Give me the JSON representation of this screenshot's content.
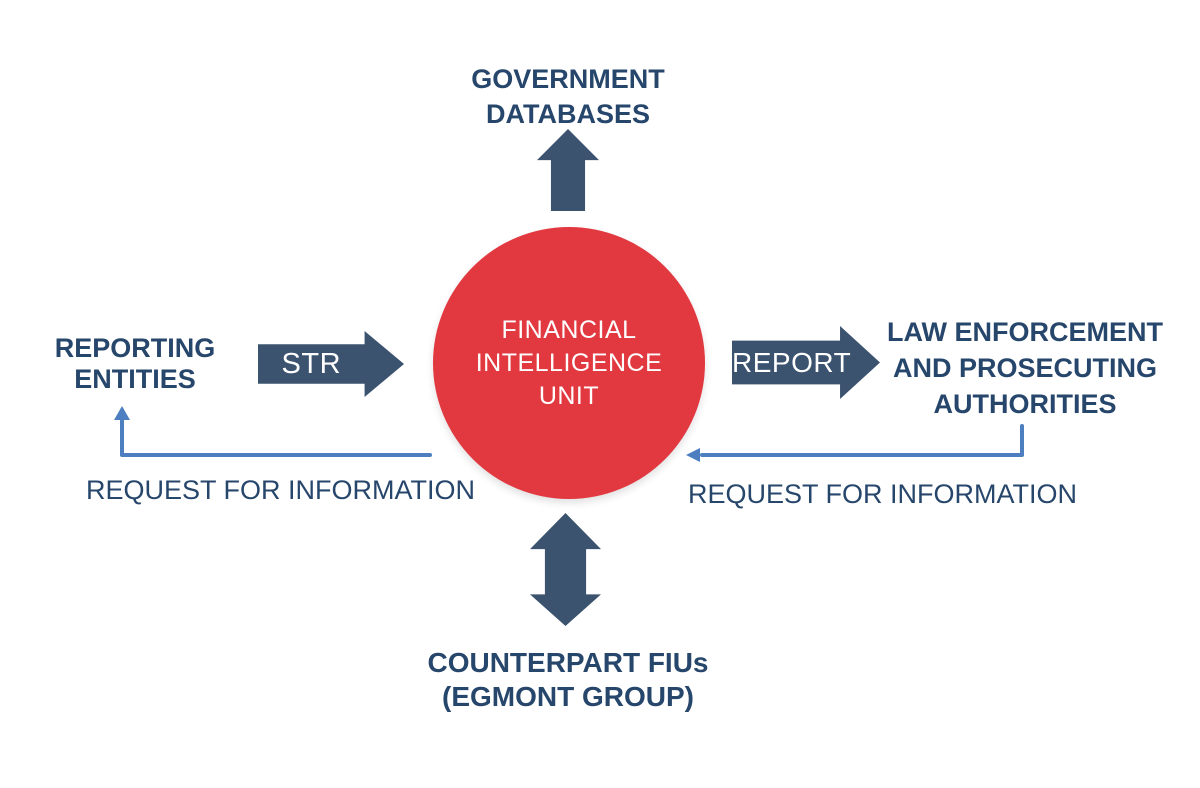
{
  "colors": {
    "navy_text": "#27466b",
    "arrow_fill": "#3c536f",
    "link_blue": "#4d7ebf",
    "circle_red": "#e23940",
    "circle_text": "#ffffff",
    "background": "#ffffff"
  },
  "nodes": {
    "fiu_center": {
      "lines": [
        "FINANCIAL",
        "INTELLIGENCE",
        "UNIT"
      ]
    },
    "government_databases": {
      "lines": [
        "GOVERNMENT",
        "DATABASES"
      ]
    },
    "reporting_entities": {
      "lines": [
        "REPORTING",
        "ENTITIES"
      ]
    },
    "law_enforcement": {
      "lines": [
        "LAW ENFORCEMENT",
        "AND PROSECUTING",
        "AUTHORITIES"
      ]
    },
    "counterpart_fius": {
      "lines": [
        "COUNTERPART FIUs",
        "(EGMONT GROUP)"
      ]
    }
  },
  "flows": {
    "str": {
      "label": "STR",
      "direction": "right"
    },
    "report": {
      "label": "REPORT",
      "direction": "right"
    },
    "to_government": {
      "label": "",
      "direction": "up"
    },
    "to_counterpart": {
      "label": "",
      "direction": "both"
    },
    "request_left": {
      "label": "REQUEST FOR INFORMATION",
      "direction": "to-reporting-entities"
    },
    "request_right": {
      "label": "REQUEST FOR INFORMATION",
      "direction": "to-fiu"
    }
  }
}
